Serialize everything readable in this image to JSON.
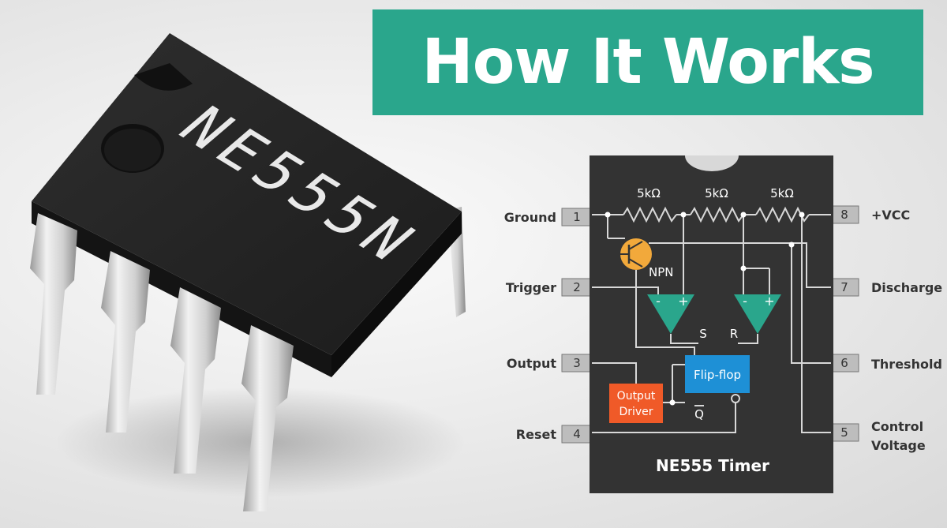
{
  "banner": {
    "title": "How It Works"
  },
  "chip_marking": "NE555N",
  "diagram": {
    "resistors": [
      "5kΩ",
      "5kΩ",
      "5kΩ"
    ],
    "transistor_label": "NPN",
    "comparator_signs": {
      "minus": "-",
      "plus": "+"
    },
    "flipflop_label": "Flip-flop",
    "flipflop_inputs": {
      "set": "S",
      "reset": "R"
    },
    "q_bar": "Q",
    "output_driver": [
      "Output",
      "Driver"
    ],
    "chip_title": "NE555 Timer",
    "pins_left": [
      {
        "number": "1",
        "name": "Ground"
      },
      {
        "number": "2",
        "name": "Trigger"
      },
      {
        "number": "3",
        "name": "Output"
      },
      {
        "number": "4",
        "name": "Reset"
      }
    ],
    "pins_right": [
      {
        "number": "8",
        "name": "+VCC"
      },
      {
        "number": "7",
        "name": "Discharge"
      },
      {
        "number": "6",
        "name": "Threshold"
      },
      {
        "number": "5",
        "name_lines": [
          "Control",
          "Voltage"
        ]
      }
    ]
  },
  "colors": {
    "banner": "#2aa68c",
    "chip_body": "#333333",
    "comparator": "#2aa68c",
    "flipflop": "#1e90d6",
    "output_driver": "#f05a28",
    "transistor": "#f2a93b",
    "wire": "#d8d8d8"
  }
}
